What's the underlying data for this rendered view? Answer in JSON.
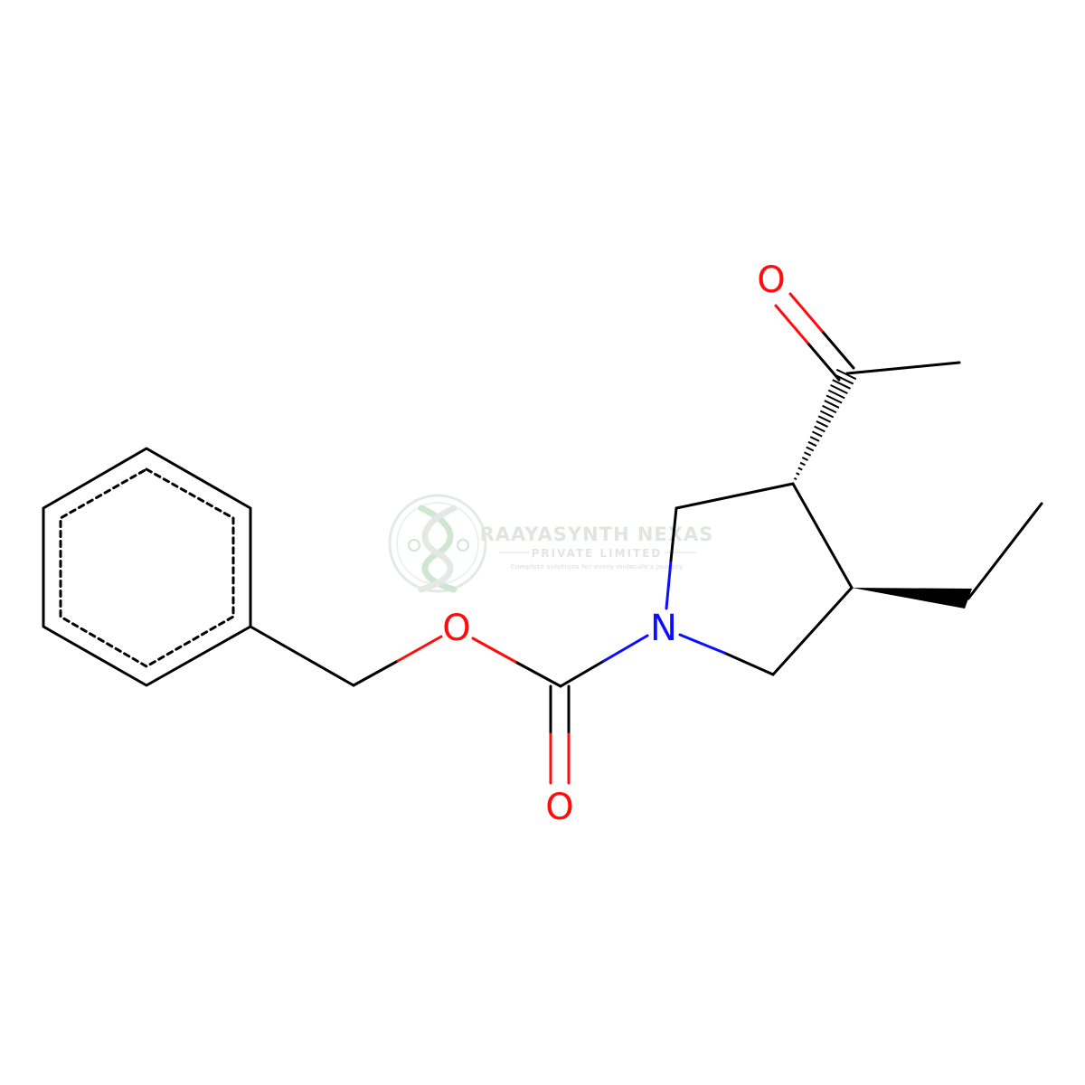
{
  "molecule": {
    "atoms": {
      "o_ester": "O",
      "o_carbonyl": "O",
      "n_ring": "N",
      "o_ketone": "O"
    },
    "colors": {
      "bond": "#000000",
      "oxygen": "#ff0d0d",
      "nitrogen": "#0d0dff"
    }
  },
  "watermark": {
    "company": "RAAYASYNTH NEXAS",
    "subtitle": "PRIVATE LIMITED",
    "tagline": "Complete solutions for every molecule's journey",
    "color": "#c5dcc8",
    "icon": "dna-helix-logo-icon"
  }
}
